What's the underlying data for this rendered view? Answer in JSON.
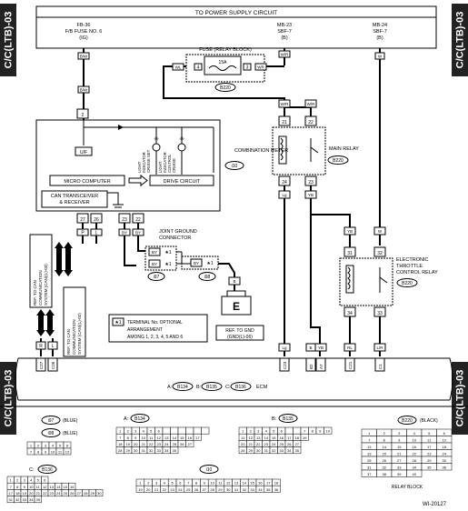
{
  "side_tab": "C/C(LTB)-03",
  "footer_code": "WI-20127",
  "power": {
    "title": "TO POWER SUPPLY CIRCUIT",
    "col1": [
      "FB-36",
      "F/B FUSE NO. 6",
      "(IG)"
    ],
    "col2": [
      "MB-23",
      "SBF-7",
      "(B)"
    ],
    "col3": [
      "MB-24",
      "SBF-7",
      "(B)"
    ]
  },
  "fuse": {
    "title": "FUSE (RELAY BLOCK)",
    "rating": "15A",
    "pin_left": "4",
    "pin_right": "3",
    "wire_left": "WL",
    "wire_right": "WR",
    "connector": "B220"
  },
  "wires": {
    "bw": "B/W",
    "wr": "W/R",
    "w": "W",
    "p": "P",
    "l": "L",
    "by": "BY",
    "b": "B",
    "lg": "Lg",
    "yb": "YB",
    "rl": "RL",
    "lr": "L/R",
    "r": "R",
    "br": "BR",
    "gy": "GY"
  },
  "meter": {
    "name": "COMBINATION METER",
    "connector": "i10",
    "uf": "U/F",
    "micro": "MICRO COMPUTER",
    "can": [
      "CAN TRANSCEIVER",
      "& RECEIVER"
    ],
    "drive": "DRIVE CIRCUIT",
    "light1": [
      "CRUISE SET",
      "INDICATOR",
      "LIGHT"
    ],
    "light2": [
      "CRUISE",
      "CONTROL",
      "INDICATOR",
      "LIGHT"
    ],
    "pins": [
      "2",
      "27",
      "26",
      "23",
      "22"
    ]
  },
  "main_relay": {
    "name": "MAIN RELAY",
    "connector": "B220",
    "pins": [
      "21",
      "22",
      "24",
      "23"
    ]
  },
  "etc_relay": {
    "name": [
      "ELECTRONIC",
      "THROTTLE",
      "CONTROL RELAY"
    ],
    "connector": "B220",
    "pins": [
      "31",
      "32",
      "34",
      "33"
    ]
  },
  "joint": {
    "name": [
      "JOINT GROUND",
      "CONNECTOR"
    ],
    "c1": "i97",
    "c2": "i98",
    "star": "★1"
  },
  "ground": {
    "label": "E",
    "ref": [
      "REF. TO GND",
      "(GND(L)-06)"
    ]
  },
  "can_refs": {
    "ref1": [
      "REF. TO CAN",
      "COMMUNICATION",
      "SYSTEM (CAN)(L)-03)"
    ],
    "ref2": [
      "REF. TO CAN",
      "COMMUNICATION",
      "SYSTEM (CAN)(L)-02)"
    ]
  },
  "note": {
    "mark": "★1",
    "lines": [
      "TERMINAL No. OPTIONAL",
      "ARRANGEMENT",
      "AMONG 1, 2, 3, 4, 5 AND 6"
    ]
  },
  "ecm": {
    "label": "A: (B134)  B: (B135)  C: (B136)  ECM",
    "a": "A:",
    "b": "B:",
    "c": "C:",
    "c_a": "B134",
    "c_b": "B135",
    "c_c": "B136",
    "name": "ECM",
    "pins": [
      "C27",
      "C26",
      "C23",
      "B2",
      "A7",
      "C21",
      "C1"
    ]
  },
  "connectors": {
    "i97": "i97",
    "i97_color": "(BLUE)",
    "i98": "i98",
    "i98_color": "(BLUE)",
    "b134": "B134",
    "b135": "B135",
    "b136": "B136",
    "i10": "i10",
    "b220": "B220",
    "b220_color": "(BLACK)",
    "relay_block": "RELAY BLOCK",
    "j_row1": [
      "1",
      "2",
      "3",
      "4",
      "5",
      "6"
    ],
    "j_row2": [
      "7",
      "8",
      "9",
      "10",
      "11",
      "12"
    ],
    "b134_rows": [
      [
        "1",
        "2",
        "3",
        "4",
        "5",
        "6",
        "",
        "",
        "",
        "",
        "",
        ""
      ],
      [
        "7",
        "8",
        "9",
        "10",
        "11",
        "12",
        "13",
        "14",
        "15",
        "16",
        "17"
      ],
      [
        "18",
        "19",
        "20",
        "21",
        "22",
        "23",
        "24",
        "25",
        "26",
        "27"
      ],
      [
        "28",
        "29",
        "30",
        "31",
        "32",
        "33",
        "34",
        "35"
      ]
    ],
    "b135_rows": [
      [
        "1",
        "2",
        "3",
        "4",
        "5",
        "6",
        "",
        "",
        "7",
        "8",
        "9",
        "10"
      ],
      [
        "11",
        "12",
        "13",
        "14",
        "15",
        "16",
        "17",
        "18",
        "19"
      ],
      [
        "20",
        "21",
        "22",
        "23",
        "24",
        "25",
        "26",
        "27"
      ],
      [
        "28",
        "29",
        "30",
        "31",
        "32",
        "33",
        "34",
        "35"
      ]
    ],
    "b136_rows": [
      [
        "1",
        "2",
        "3",
        "4",
        "5",
        "6"
      ],
      [
        "7",
        "8",
        "9",
        "10",
        "11",
        "12",
        "13",
        "14",
        "15",
        "16"
      ],
      [
        "17",
        "18",
        "19",
        "20",
        "21",
        "22",
        "23",
        "24",
        "25",
        "26",
        "27",
        "28",
        "29",
        "30"
      ],
      [
        "31",
        "32",
        "33",
        "34",
        "35"
      ]
    ],
    "i10_rows": [
      [
        "1",
        "2",
        "3",
        "4",
        "5",
        "6",
        "7",
        "8",
        "9",
        "10",
        "11",
        "12",
        "13",
        "14",
        "15",
        "16",
        "17",
        "18"
      ],
      [
        "19",
        "20",
        "21",
        "22",
        "23",
        "24",
        "25",
        "26",
        "27",
        "28",
        "29",
        "30",
        "31",
        "32",
        "33",
        "34",
        "35",
        "36"
      ]
    ],
    "b220_cells": [
      "1",
      "2",
      "3",
      "4",
      "5",
      "6",
      "7",
      "8",
      "9",
      "10",
      "11",
      "12",
      "13",
      "14",
      "15",
      "16",
      "17",
      "18",
      "19",
      "20",
      "21",
      "22",
      "23",
      "24",
      "25",
      "26",
      "27",
      "28",
      "29",
      "30",
      "31",
      "32",
      "33",
      "34",
      "35",
      "36",
      "37",
      "38",
      "39",
      "40"
    ]
  }
}
